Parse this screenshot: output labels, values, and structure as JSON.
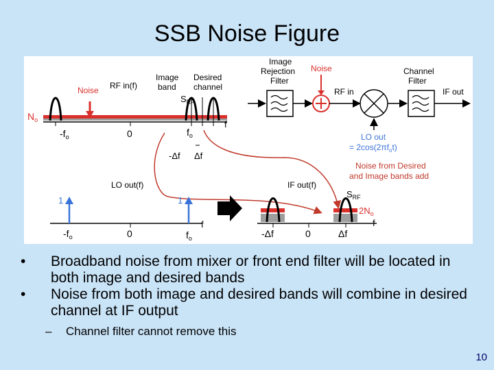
{
  "slide": {
    "title": "SSB Noise Figure",
    "page_number": "10"
  },
  "figure": {
    "spectrum": {
      "noise_label": "Noise",
      "rf_in_label": "RF in(f)",
      "image_band_label": "Image band",
      "desired_channel_label": "Desired channel",
      "srf_label": "S",
      "srf_sub": "RF",
      "no_label": "N",
      "no_sub": "o",
      "minus_fo": "-f",
      "minus_fo_sub": "o",
      "zero": "0",
      "fo": "f",
      "fo_sub": "o",
      "f_axis": "f",
      "minus_delta_f": "-Δf",
      "delta_f": "Δf"
    },
    "lo": {
      "title": "LO out(f)",
      "one_left": "1",
      "one_right": "1",
      "minus_fo": "-f",
      "minus_fo_sub": "o",
      "zero": "0",
      "fo": "f",
      "fo_sub": "o",
      "f_axis": "f"
    },
    "if_out": {
      "title": "IF out(f)",
      "srf": "S",
      "srf_sub": "RF",
      "two_no": "2N",
      "two_no_sub": "o",
      "minus_delta_f": "-Δf",
      "zero": "0",
      "delta_f": "Δf",
      "f_axis": "f"
    },
    "block": {
      "image_rejection_filter": [
        "Image",
        "Rejection",
        "Filter"
      ],
      "noise_label": "Noise",
      "rf_in_label": "RF in",
      "channel_filter": [
        "Channel",
        "Filter"
      ],
      "if_out_label": "IF out",
      "lo_out_label": "LO out",
      "lo_expr": "= 2cos(2πf",
      "lo_expr_sub": "o",
      "lo_expr_end": "t)",
      "noise_note": [
        "Noise from Desired",
        "and Image bands add"
      ]
    },
    "colors": {
      "noise_red": "#d9302c",
      "gray_band": "#9e9e9e",
      "arrow_blue": "#3a73d8"
    }
  },
  "bullets": [
    "Broadband noise from mixer or front end filter will be located in both image and desired bands",
    "Noise from both image and desired bands will combine in desired channel at IF output"
  ],
  "sub_bullets": [
    "Channel filter cannot remove this"
  ]
}
